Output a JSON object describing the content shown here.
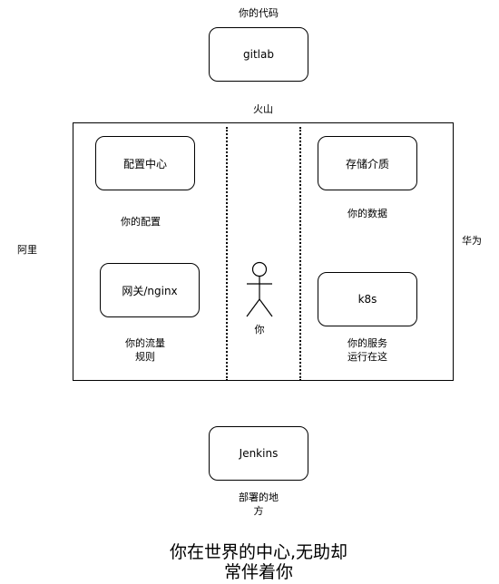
{
  "top": {
    "label": "你的代码",
    "box": "gitlab"
  },
  "container": {
    "title": "火山",
    "left_side": "阿里",
    "right_side": "华为",
    "left": {
      "config_box": "配置中心",
      "config_label": "你的配置",
      "gateway_box": "网关/nginx",
      "gateway_label_line1": "你的流量",
      "gateway_label_line2": "规则"
    },
    "center": {
      "person_label": "你"
    },
    "right": {
      "storage_box": "存储介质",
      "storage_label": "你的数据",
      "k8s_box": "k8s",
      "k8s_label_line1": "你的服务",
      "k8s_label_line2": "运行在这"
    }
  },
  "bottom": {
    "box": "Jenkins",
    "label_line1": "部署的地",
    "label_line2": "方"
  },
  "caption": {
    "line1": "你在世界的中心,无助却",
    "line2": "常伴着你"
  }
}
